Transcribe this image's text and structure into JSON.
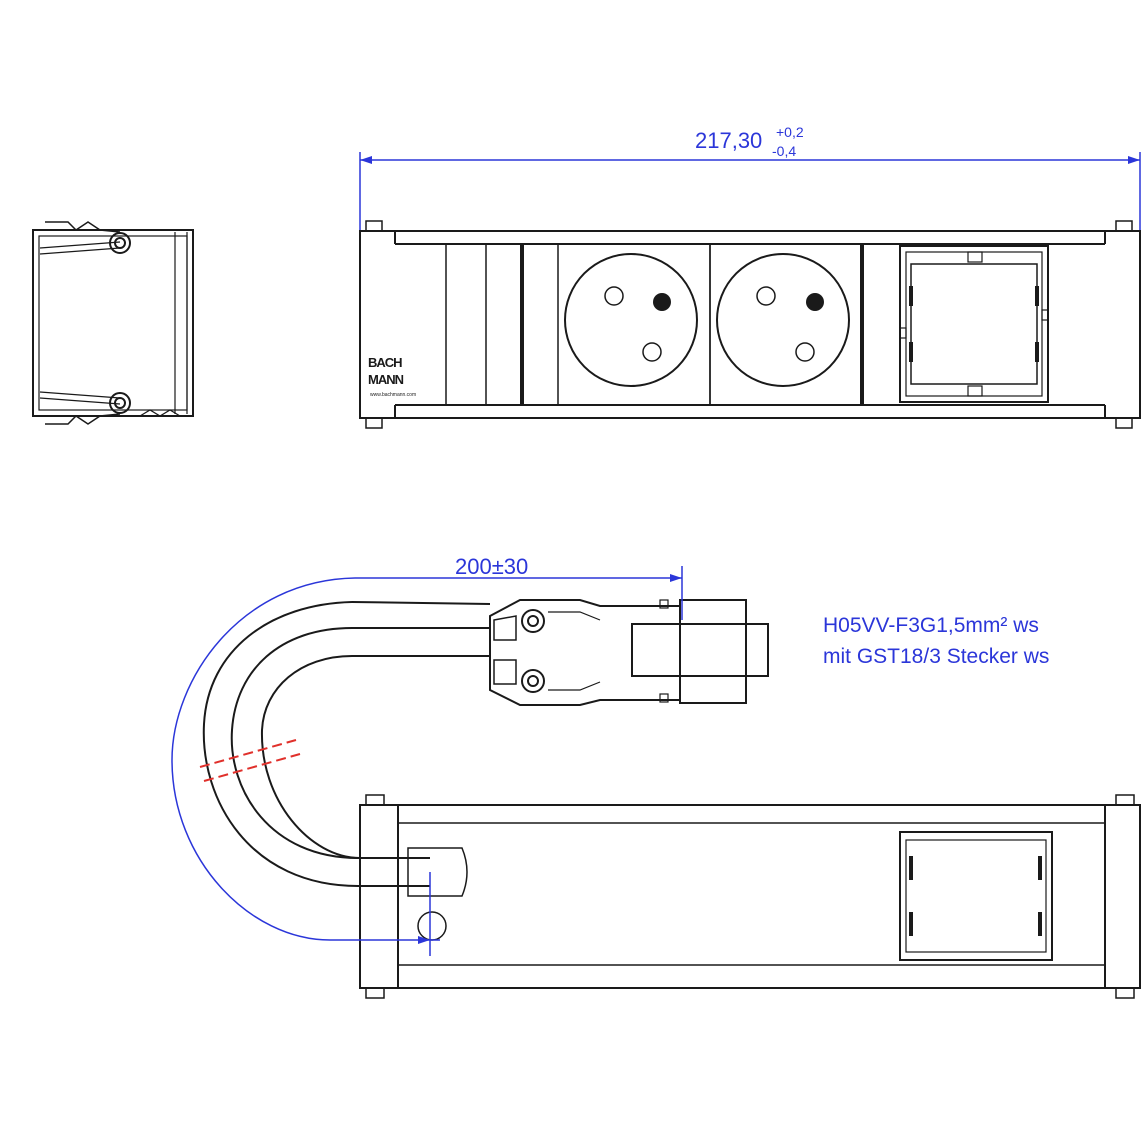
{
  "dimensions": {
    "length_main": "217,30",
    "length_tol_plus": "+0,2",
    "length_tol_minus": "-0,4",
    "cable_length": "200±30"
  },
  "cable_note": {
    "line1": "H05VV-F3G1,5mm² ws",
    "line2": "mit GST18/3  Stecker ws"
  },
  "logo": {
    "line1": "BACH",
    "line2": "MANN",
    "url": "www.bachmann.com"
  },
  "colors": {
    "outline": "#1a1a1a",
    "dimension": "#2b36d9",
    "break_mark": "#e0302b"
  }
}
